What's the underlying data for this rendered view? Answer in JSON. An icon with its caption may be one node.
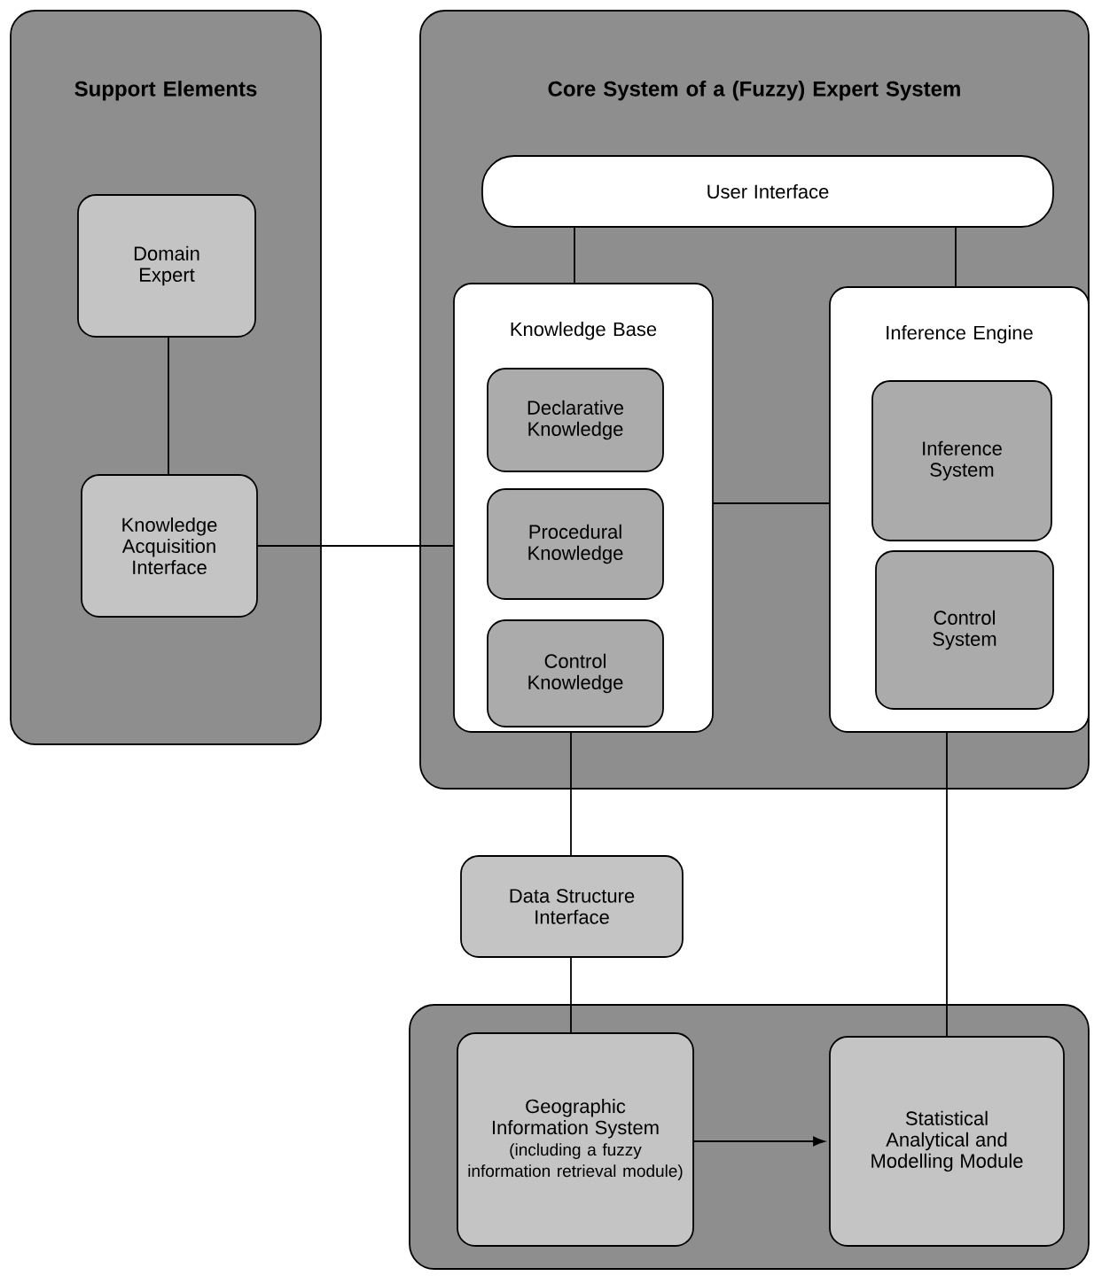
{
  "diagram": {
    "nodes": [
      {
        "text": [
          "Support Elements"
        ]
      },
      {
        "text": [
          "Domain Expert"
        ],
        "in": 0
      },
      {
        "text": [
          "Knowledge Acquisition Interface"
        ],
        "in": 0
      },
      {
        "text": [
          "Core System of a (Fuzzy) Expert System"
        ]
      },
      {
        "text": [
          "User Interface"
        ],
        "in": 3
      },
      {
        "text": [
          "Knowledge Base"
        ],
        "in": 3
      },
      {
        "text": [
          "Declarative Knowledge"
        ],
        "in": 5
      },
      {
        "text": [
          "Procedural Knowledge"
        ],
        "in": 5
      },
      {
        "text": [
          "Control Knowledge"
        ],
        "in": 5
      },
      {
        "text": [
          "Inference Engine"
        ],
        "in": 3
      },
      {
        "text": [
          "Inference System"
        ],
        "in": 9
      },
      {
        "text": [
          "Control System"
        ],
        "in": 9
      },
      {
        "text": [
          "Data Structure Interface"
        ]
      },
      {
        "text": [],
        "shape": "box"
      },
      {
        "text": [
          "Geographic Information System",
          "(including a fuzzy information retrieval module)"
        ],
        "in": 13
      },
      {
        "text": [
          "Statistical Analytical and Modelling Module"
        ],
        "in": 13
      }
    ],
    "edges": [
      {
        "from": 1,
        "to": 2,
        "arrow": "none"
      },
      {
        "from": 2,
        "to": 5,
        "arrow": "none"
      },
      {
        "from": 4,
        "to": 5,
        "arrow": "none"
      },
      {
        "from": 4,
        "to": 9,
        "arrow": "none"
      },
      {
        "from": 5,
        "to": 9,
        "arrow": "none"
      },
      {
        "from": 5,
        "to": 12,
        "arrow": "none"
      },
      {
        "from": 12,
        "to": 14,
        "arrow": "none"
      },
      {
        "from": 9,
        "to": 15,
        "arrow": "none"
      },
      {
        "from": 14,
        "to": 15,
        "arrow": "to"
      }
    ]
  }
}
